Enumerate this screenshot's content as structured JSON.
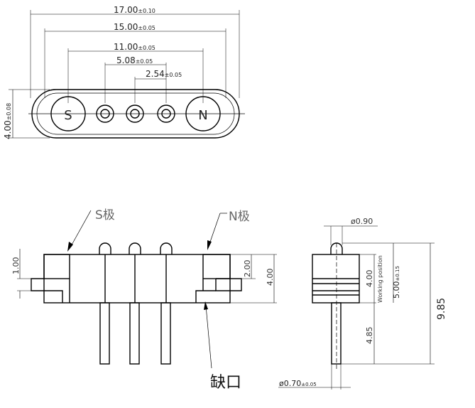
{
  "top_view": {
    "dim_overall": {
      "value": "17.00",
      "tol": "±0.10"
    },
    "dim_outer_pin_span": {
      "value": "15.00",
      "tol": "±0.05"
    },
    "dim_inner_span": {
      "value": "11.00",
      "tol": "±0.05"
    },
    "dim_pitch_double": {
      "value": "5.08",
      "tol": "±0.05"
    },
    "dim_pitch": {
      "value": "2.54",
      "tol": "±0.05"
    },
    "dim_height": {
      "value": "4.00",
      "tol": "±0.08"
    },
    "pole_s": "S",
    "pole_n": "N"
  },
  "front_view": {
    "label_s_pole": "S极",
    "label_n_pole": "N极",
    "label_notch": "缺口",
    "dim_notch_height": "1.00",
    "dim_magnet_height": "2.00",
    "dim_body_height": "4.00"
  },
  "side_view": {
    "dim_tip_diameter": "ø0.90",
    "dim_pin_diameter": {
      "value": "ø0.70",
      "tol": "±0.05"
    },
    "dim_body_height": "4.00",
    "working_position_label": "Working position",
    "dim_working": {
      "value": "5.00",
      "tol": "±0.15"
    },
    "dim_tail": "4.85",
    "dim_total": "9.85"
  }
}
